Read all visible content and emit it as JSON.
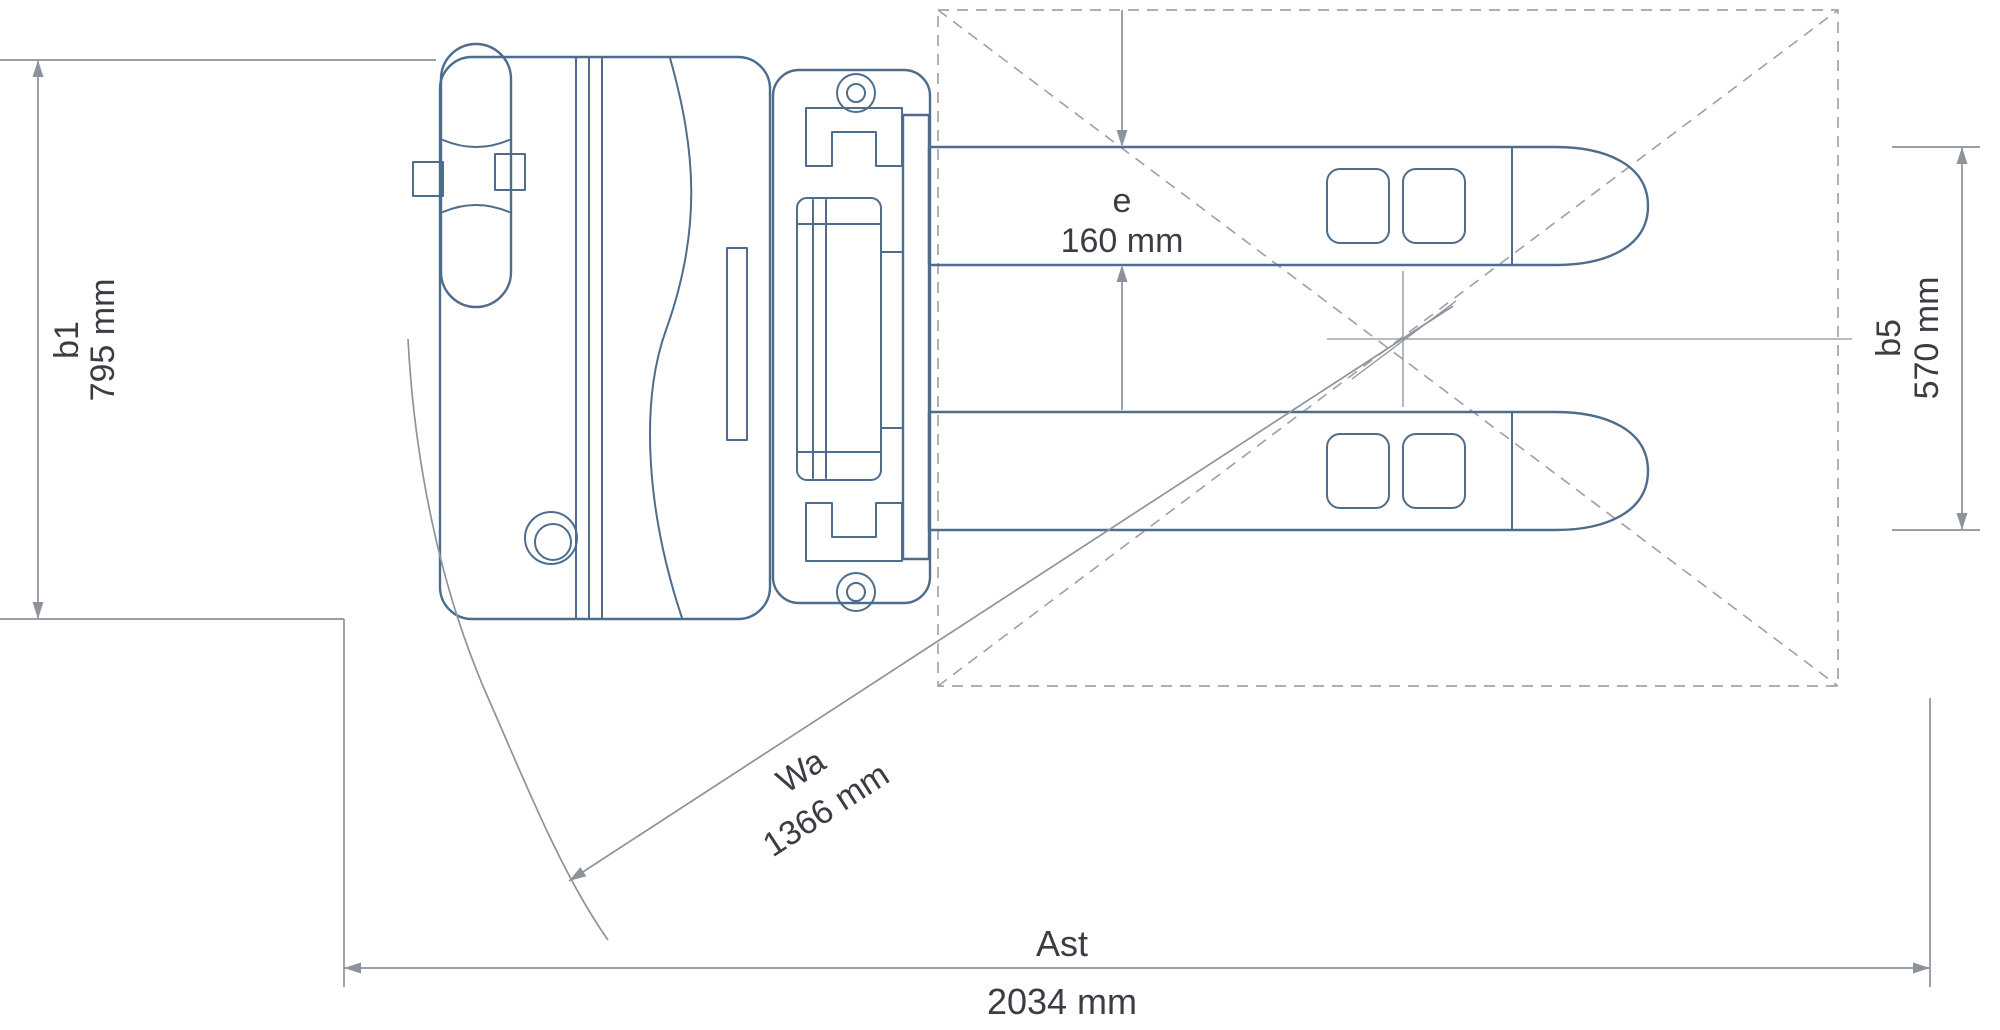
{
  "colors": {
    "background": "#ffffff",
    "outline": "#4e6d8c",
    "dimension": "#8d939b",
    "dashed": "#a0a5ab",
    "text": "#3a3e44"
  },
  "dimensions": {
    "b1": {
      "label": "b1",
      "value": "795 mm"
    },
    "e": {
      "label": "e",
      "value": "160 mm"
    },
    "b5": {
      "label": "b5",
      "value": "570 mm"
    },
    "wa": {
      "label": "Wa",
      "value": "1366 mm"
    },
    "ast": {
      "label": "Ast",
      "value": "2034 mm"
    }
  }
}
